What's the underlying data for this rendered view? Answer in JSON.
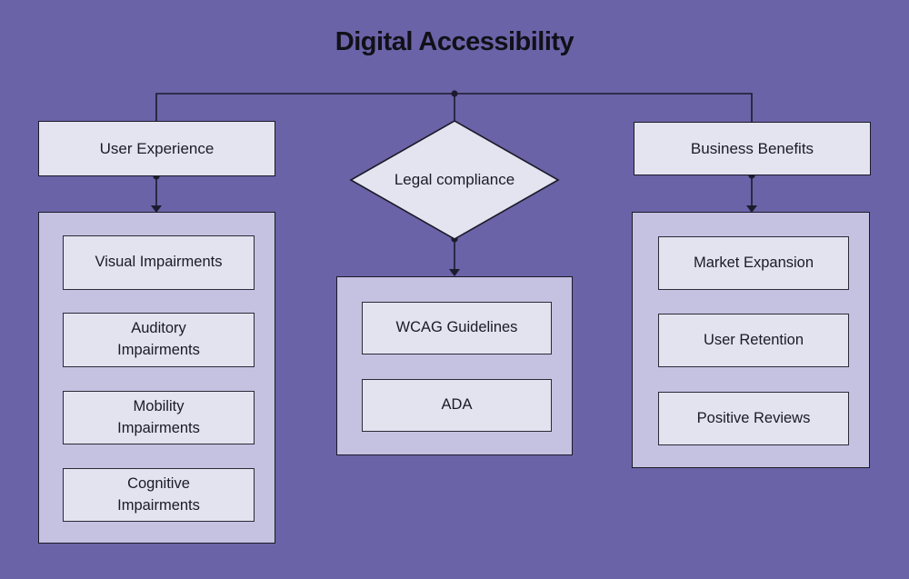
{
  "title": "Digital Accessibility",
  "colors": {
    "background": "#6A63A7",
    "container_fill": "#C5C1E1",
    "node_fill": "#E4E3F0",
    "leaf_fill": "#E3E2EF",
    "border": "#1B1A28",
    "connector": "#1C1B2E",
    "text": "#1B1B26"
  },
  "branches": {
    "user_experience": {
      "label": "User Experience",
      "items": [
        "Visual Impairments",
        "Auditory\nImpairments",
        "Mobility\nImpairments",
        "Cognitive\nImpairments"
      ]
    },
    "legal_compliance": {
      "label": "Legal compliance",
      "items": [
        "WCAG Guidelines",
        "ADA"
      ]
    },
    "business_benefits": {
      "label": "Business Benefits",
      "items": [
        "Market Expansion",
        "User Retention",
        "Positive Reviews"
      ]
    }
  }
}
